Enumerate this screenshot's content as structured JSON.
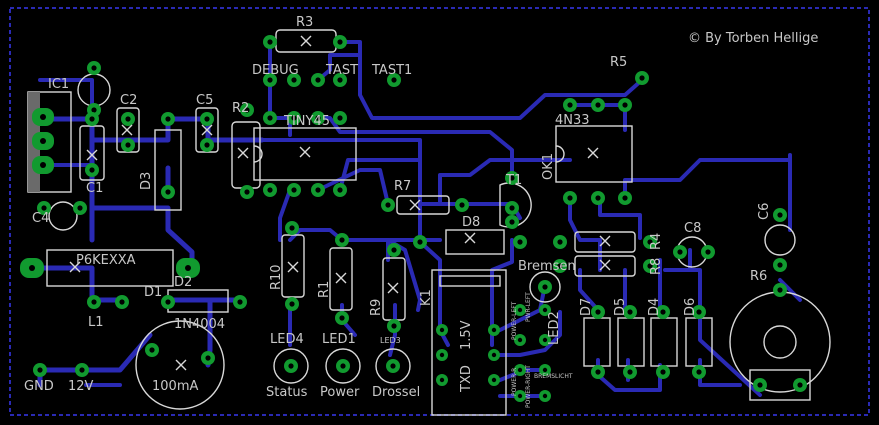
{
  "colors": {
    "background": "#000000",
    "trace": "#2a2ab4",
    "pad": "#119a2f",
    "silkscreen": "#d8d8d8",
    "outline": "#2a2ab4"
  },
  "credit": "© By Torben Hellige",
  "labels": {
    "ic1": "IC1",
    "c2": "C2",
    "c5": "C5",
    "r2": "R2",
    "r3": "R3",
    "debug": "DEBUG",
    "tast": "TAST",
    "tast1": "TAST1",
    "tiny45": "TINY45",
    "r5": "R5",
    "u4n33": "4N33",
    "ok1": "OK1",
    "c1": "C1",
    "c4": "C4",
    "d3": "D3",
    "r7": "R7",
    "t1": "T1",
    "d8": "D8",
    "c8": "C8",
    "c6": "C6",
    "r6": "R6",
    "p6kexxa": "P6KEXXA",
    "d1": "D1",
    "d2": "D2",
    "l1": "L1",
    "diode_part": "1N4004",
    "r10": "R10",
    "r1": "R1",
    "r9": "R9",
    "k1": "K1",
    "txd": "TXD",
    "volt": "1.5V",
    "bremsen": "Bremsen",
    "r3b": "R3",
    "r4": "R4",
    "r8": "R8",
    "d7": "D7",
    "d5": "D5",
    "d4": "D4",
    "d6": "D6",
    "led2": "LED2",
    "led4": "LED4",
    "led1": "LED1",
    "led3": "LED3",
    "status": "Status",
    "power": "Power",
    "drossel": "Drossel",
    "gnd": "GND",
    "v12": "12V",
    "fuse": "100mA",
    "bremslicht": "BREMSLICHT",
    "power_right": "POWER-RIGHT",
    "power_left": "POWER-LEFT",
    "pwr_left_short": "PWR-LEFT",
    "pwr_right_short": "POWER-R"
  }
}
